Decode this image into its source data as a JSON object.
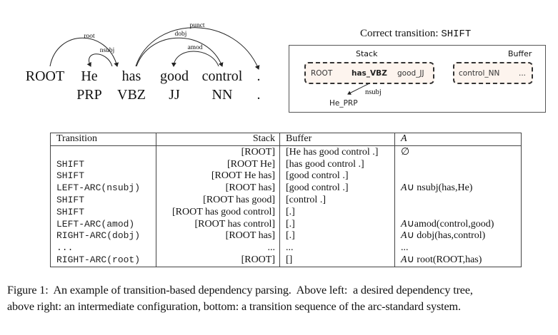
{
  "tree": {
    "words": [
      {
        "word": "ROOT",
        "tag": ""
      },
      {
        "word": "He",
        "tag": "PRP"
      },
      {
        "word": "has",
        "tag": "VBZ"
      },
      {
        "word": "good",
        "tag": "JJ"
      },
      {
        "word": "control",
        "tag": "NN"
      },
      {
        "word": ".",
        "tag": "."
      }
    ],
    "arcs": [
      {
        "label": "root",
        "head": "ROOT",
        "dependent": "has"
      },
      {
        "label": "nsubj",
        "head": "has",
        "dependent": "He"
      },
      {
        "label": "dobj",
        "head": "has",
        "dependent": "control"
      },
      {
        "label": "punct",
        "head": "has",
        "dependent": "."
      },
      {
        "label": "amod",
        "head": "control",
        "dependent": "good"
      }
    ]
  },
  "configuration": {
    "title_prefix": "Correct transition: ",
    "title_transition": "SHIFT",
    "stack_label": "Stack",
    "buffer_label": "Buffer",
    "stack_tokens": [
      "ROOT",
      "has_VBZ",
      "good_JJ"
    ],
    "buffer_tokens": [
      "control_NN",
      "..."
    ],
    "attached": {
      "token": "He_PRP",
      "label": "nsubj"
    }
  },
  "table": {
    "headers": {
      "transition": "Transition",
      "stack": "Stack",
      "buffer": "Buffer",
      "a": "A"
    },
    "rows": [
      {
        "transition": "",
        "stack": "[ROOT]",
        "buffer": "[He has good control .]",
        "a": "∅"
      },
      {
        "transition": "SHIFT",
        "stack": "[ROOT He]",
        "buffer": "[has good control .]",
        "a": ""
      },
      {
        "transition": "SHIFT",
        "stack": "[ROOT He has]",
        "buffer": "[good control .]",
        "a": ""
      },
      {
        "transition": "LEFT-ARC(nsubj)",
        "stack": "[ROOT has]",
        "buffer": "[good control .]",
        "a": "A∪ nsubj(has,He)"
      },
      {
        "transition": "SHIFT",
        "stack": "[ROOT has good]",
        "buffer": "[control .]",
        "a": ""
      },
      {
        "transition": "SHIFT",
        "stack": "[ROOT has good control]",
        "buffer": "[.]",
        "a": ""
      },
      {
        "transition": "LEFT-ARC(amod)",
        "stack": "[ROOT has control]",
        "buffer": "[.]",
        "a": "A∪amod(control,good)"
      },
      {
        "transition": "RIGHT-ARC(dobj)",
        "stack": "[ROOT has]",
        "buffer": "[.]",
        "a": "A∪ dobj(has,control)"
      },
      {
        "transition": "...",
        "stack": "...",
        "buffer": "...",
        "a": "..."
      },
      {
        "transition": "RIGHT-ARC(root)",
        "stack": "[ROOT]",
        "buffer": "[]",
        "a": "A∪ root(ROOT,has)"
      }
    ]
  },
  "caption": {
    "line1": "Figure 1:  An example of transition-based dependency parsing.  Above left:  a desired dependency tree,",
    "line2": "above right: an intermediate configuration, bottom: a transition sequence of the arc-standard system."
  }
}
